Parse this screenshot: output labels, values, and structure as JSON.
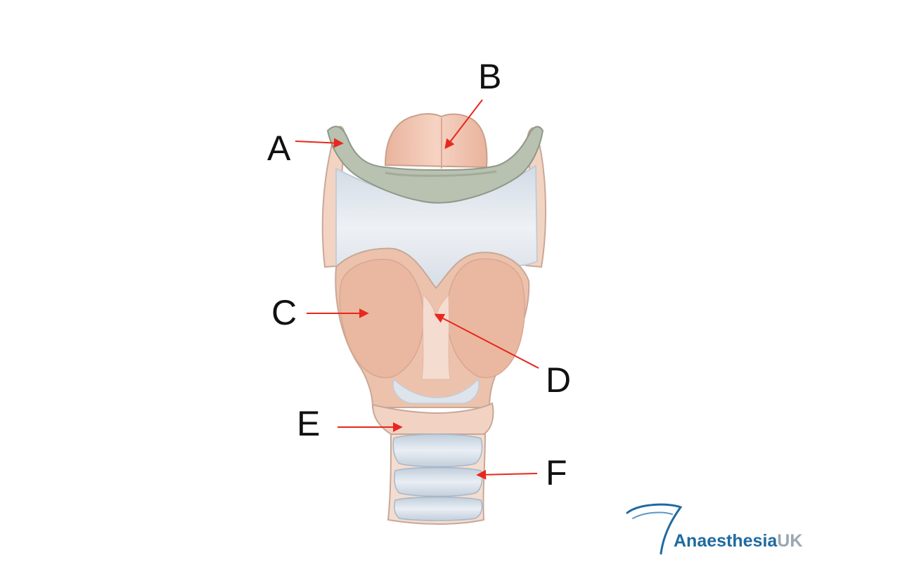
{
  "labels": {
    "a": "A",
    "b": "B",
    "c": "C",
    "d": "D",
    "e": "E",
    "f": "F"
  },
  "logo": {
    "brand": "Anaesthesia",
    "suffix": "UK",
    "brand_color": "#1f6aa0",
    "suffix_color": "#9aa7b2"
  },
  "colors": {
    "arrow": "#e8281e",
    "epiglottis": "#efbfa8",
    "hyoid": "#b7bfae",
    "membrane": "#dde3ea",
    "thyroid_cartilage": "#edc2ac",
    "cricoid": "#f1d0bf",
    "tracheal_ring": "#cfd9e4",
    "outline": "#c8a898"
  }
}
